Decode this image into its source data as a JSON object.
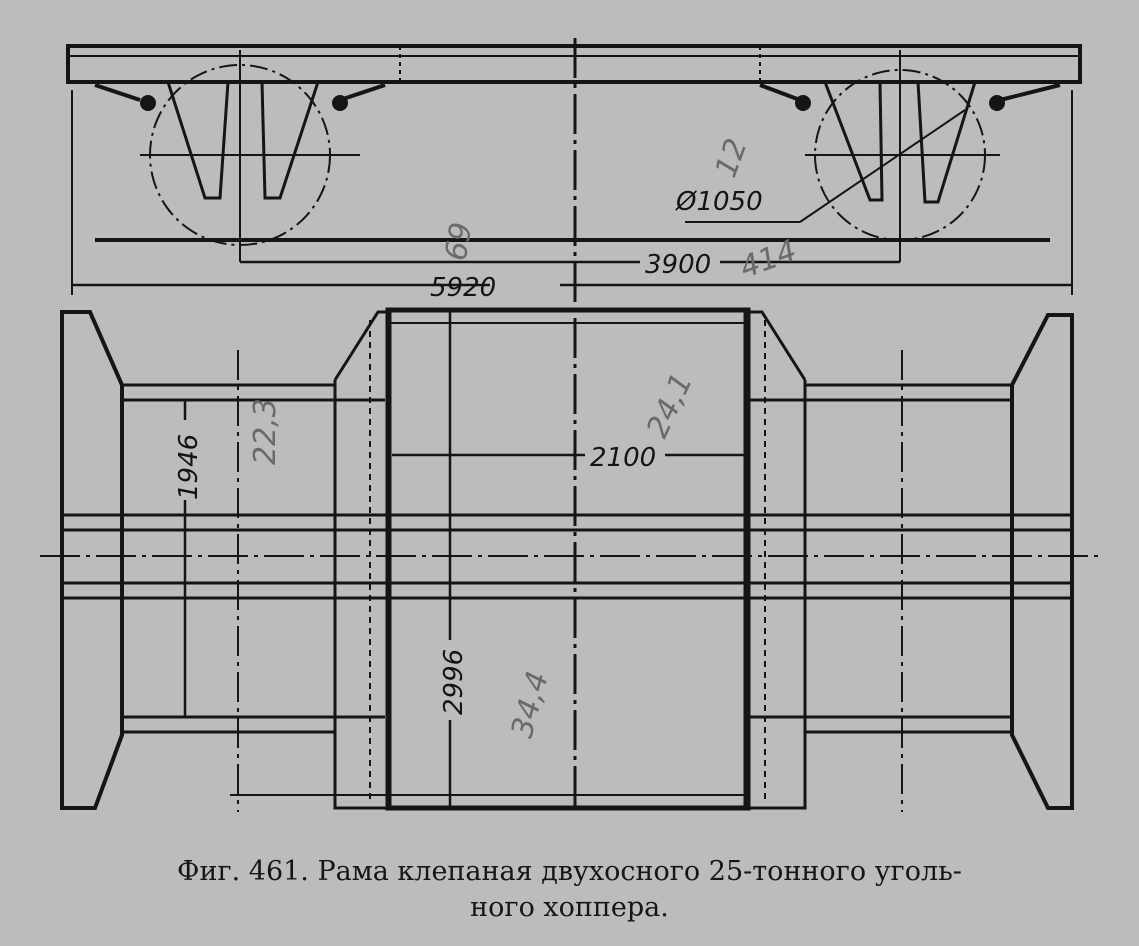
{
  "figure": {
    "caption_line1": "Фиг. 461. Рама клепаная двухосного 25-тонного уголь-",
    "caption_line2": "ного хоппера."
  },
  "dimensions": {
    "wheel_diameter": "Ø1050",
    "wheelbase": "3900",
    "overall_length": "5920",
    "center_span": "2100",
    "inner_width": "1946",
    "outer_width": "2996"
  },
  "handwritten_notes": [
    "12",
    "69",
    "414",
    "24,1",
    "22,3",
    "34,4"
  ]
}
